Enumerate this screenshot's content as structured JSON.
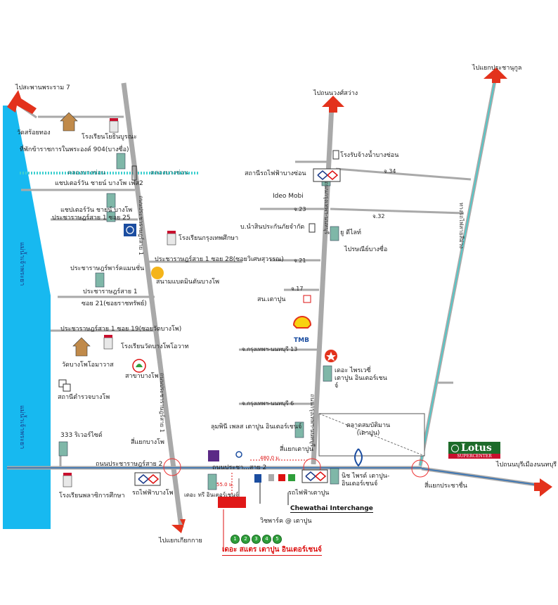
{
  "destinations": {
    "top_left": "ไปสะพานพระราม 7",
    "top_center": "ไปถนนวงศ์สว่าง",
    "top_right": "ไปแยกประชานุกูล",
    "bottom_left": "ไปแยกเกียกกาย",
    "right": "ไปถนนบุรีเมืองนนทบุรี"
  },
  "river": {
    "upper": "แม่น้ำเจ้าพระยา",
    "lower": "แม่น้ำเจ้าพระยา"
  },
  "canal": {
    "left": "คลองบางซ่อน",
    "right": "คลองบางซ่อน"
  },
  "main_roads": {
    "bottom": "ถนนประชาราษฎร์สาย 2",
    "bottom_mid": "ถนนประชา...สาย 2",
    "pracharat_1_left": "ประชาราษฎร์สาย 1 ซอย 25",
    "pracharat_1_soi28": "ประชาราษฎร์สาย 1 ซอย 28(ซอยวิเศษสุวรรณ)",
    "pracharat_1_soi19": "ประชาราษฎร์สาย 1 ซอย 19(ซอยวัดบางโพ)",
    "soi_21": "ซอย 21(ซอยราชทรัพย์)"
  },
  "vertical_roads": {
    "left": "ถนนประชาราษฎร์สาย 1",
    "left_lower": "ถนนประชาราษฎร์สาย 1",
    "center": "ถนนกรุงเทพฯ-นนทบุรี",
    "center_lower": "ถนนกรุงเทพฯ-นนทบุรี",
    "right": "ทางรถไฟสายสีม่วง"
  },
  "sois": {
    "s34": "จ.34",
    "s23": "จ.23",
    "s32": "จ.32",
    "s21": "จ.21",
    "s17": "จ.17",
    "s13": "จ.กรุงเทพฯ-นนทบุรี 13",
    "s6": "จ.กรุงเทพฯ-นนทบุรี 6"
  },
  "places": {
    "wat_soithong": "วัดสร้อยทอง",
    "school_nontri": "โรงเรียนโยธินบูรณะ",
    "residence": "ที่พักข้าราชการในพระองค์ 904(บางซื่อ)",
    "shop_bangpho": "แชปเตอร์วัน ชายน์ บางโพ เฟส2",
    "shop_bangpho2": "แชปเตอร์วัน ชายน์ บางโพ",
    "school_krungthep": "โรงเรียนกรุงเทพศึกษา",
    "pracharat_park": "ประชาราษฎร์พาร์คแมนชั่น",
    "bangpho_stadium": "สนามแบดมินตันบางโพ",
    "pracharat_1": "ประชาราษฎร์สาย 1",
    "school_watbangpho": "โรงเรียนวัดบางโพโอวาท",
    "wat_bangpho": "วัดบางโพโอมาวาส",
    "bank_branch": "สาขาบางโพ",
    "police": "สถานีตำรวจบางโพ",
    "riverside_333": "333 ริเวอร์ไซด์",
    "school_bottom": "โรงเรียนพลาซิการศึกษา",
    "station_bangsorn": "สถานีรถไฟฟ้าบางซ่อน",
    "ideo": "Ideo Mobi",
    "water_plant": "โรงรับจ้างน้ำบางซ่อน",
    "office": "บ.นำสินประกันภัยจำกัด",
    "u_delight": "ยู ดีไลท์",
    "post_office": "ไปรษณีย์บางซื่อ",
    "police_taopoon": "สน.เตาปูน",
    "the_privacy": "เดอะ ไพรเวซี่ เตาปูน อินเตอร์เชนจ์",
    "market": "ตลาดสมบัติมาน (เตาปูน)",
    "lumpini": "ลุมพินี เพลส เตาปูน อินเตอร์เชนจ์",
    "intersection_taopoon": "สี่แยกเตาปูน",
    "intersection_bangpho": "สี่แยกบางโพ",
    "intersection_prachachuen": "สี่แยกประชาชื่น",
    "bts_bangpho": "รถไฟฟ้าบางโพ",
    "the_tree": "เดอะ ทรี อินเตอร์เชนจ์",
    "bts_taopoon": "รถไฟฟ้าเตาปูน",
    "ratchaphak": "วิชพาร์ค @ เตาปูน",
    "niche_pride": "นิช ไพรด์ เตาปูน-อินเตอร์เชนจ์",
    "chewathai": "Chewathai Interchange",
    "target": "เดอะ สแตร เตาปูน อินเตอร์เชนจ์"
  },
  "distances": {
    "d1": "480.0 ม.",
    "d2": "55.0 ม."
  },
  "lotus": {
    "name": "Lotus",
    "sub": "SUPERCENTER"
  },
  "balls": [
    "1",
    "2",
    "3",
    "4",
    "5"
  ],
  "colors": {
    "river": "#17b9f0",
    "road": "#a9a9a9",
    "arrow": "#e3321c",
    "canal": "#3fd0d0",
    "target": "#e01818"
  }
}
